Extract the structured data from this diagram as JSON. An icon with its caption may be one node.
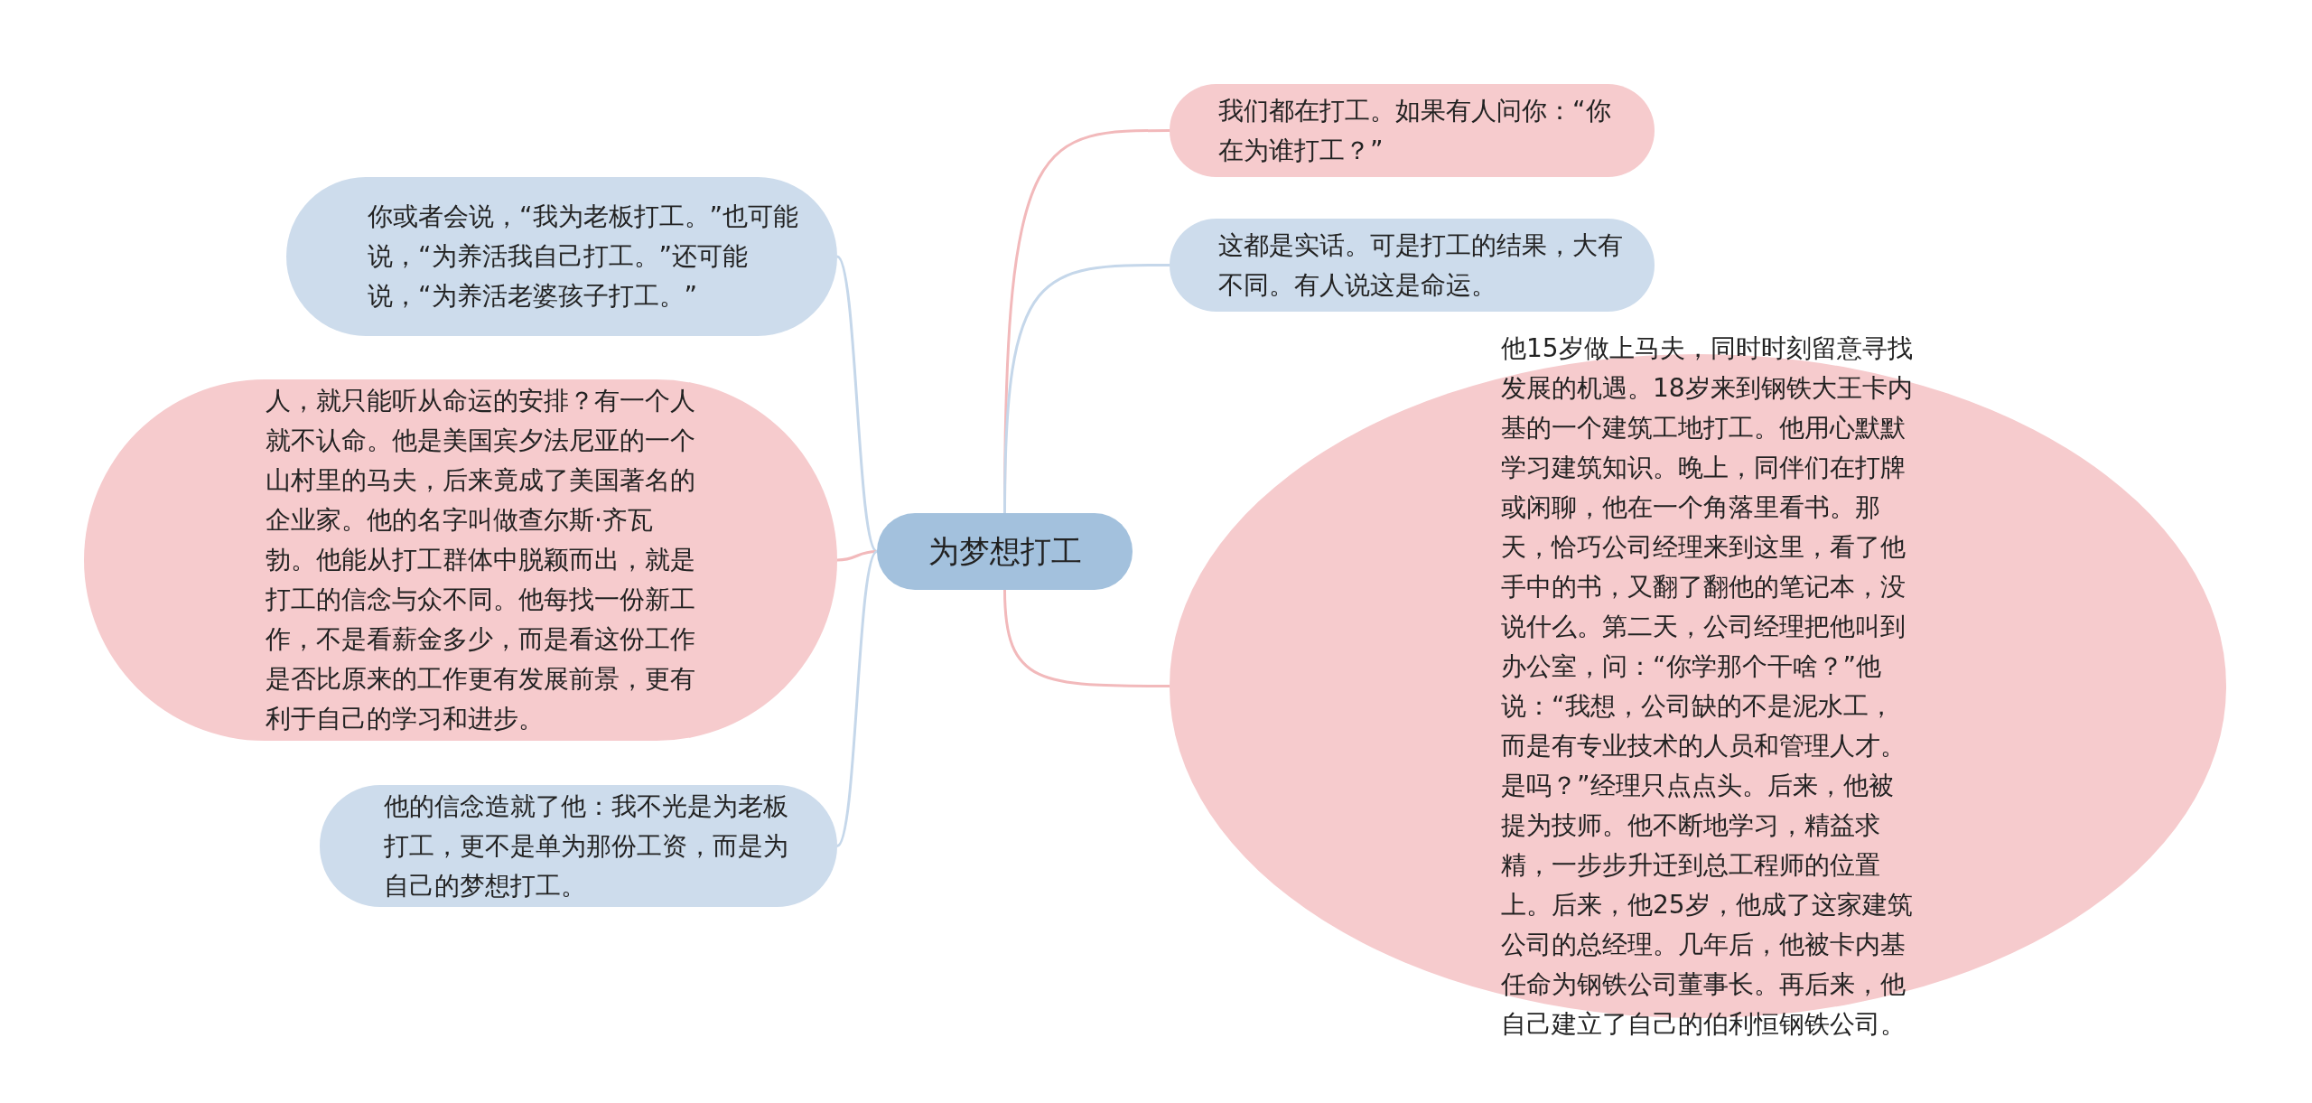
{
  "diagram": {
    "nodes": [
      {
        "text": [
          "为梦想打工"
        ]
      },
      {
        "text": [
          "我们都在打工。如果有人问你：“你在为谁打工？”"
        ]
      },
      {
        "text": [
          "这都是实话。可是打工的结果，大有不同。有人说这是命运。"
        ]
      },
      {
        "text": [
          "他15岁做上马夫，同时时刻留意寻找发展的机遇。18岁来到钢铁大王卡内基的一个建筑工地打工。他用心默默学习建筑知识。晚上，同伴们在打牌或闲聊，他在一个角落里看书。那天，恰巧公司经理来到这里，看了他手中的书，又翻了翻他的笔记本，没说什么。第二天，公司经理把他叫到办公室，问：“你学那个干啥？”他说：“我想，公司缺的不是泥水工，而是有专业技术的人员和管理人才。是吗？”经理只点点头。后来，他被提为技师。他不断地学习，精益求精，一步步升迁到总工程师的位置上。后来，他25岁，他成了这家建筑公司的总经理。几年后，他被卡内基任命为钢铁公司董事长。再后来，他自己建立了自己的伯利恒钢铁公司。"
        ]
      },
      {
        "text": [
          "你或者会说，“我为老板打工。”也可能说，“为养活我自己打工。”还可能说，“为养活老婆孩子打工。”"
        ]
      },
      {
        "text": [
          "人，就只能听从命运的安排？有一个人就不认命。他是美国宾夕法尼亚的一个山村里的马夫，后来竟成了美国著名的企业家。他的名字叫做查尔斯·齐瓦勃。他能从打工群体中脱颖而出，就是打工的信念与众不同。他每找一份新工作，不是看薪金多少，而是看这份工作是否比原来的工作更有发展前景，更有利于自己的学习和进步。"
        ]
      },
      {
        "text": [
          "他的信念造就了他：我不光是为老板打工，更不是单为那份工资，而是为自己的梦想打工。"
        ]
      }
    ],
    "edges": [
      {
        "from": 0,
        "to": 1,
        "arrow": "none",
        "color": "#f2b9bb"
      },
      {
        "from": 0,
        "to": 2,
        "arrow": "none",
        "color": "#c5d7ea"
      },
      {
        "from": 0,
        "to": 3,
        "arrow": "none",
        "color": "#f2b9bb"
      },
      {
        "from": 0,
        "to": 4,
        "arrow": "none",
        "color": "#c5d7ea"
      },
      {
        "from": 0,
        "to": 5,
        "arrow": "none",
        "color": "#f2b9bb"
      },
      {
        "from": 0,
        "to": 6,
        "arrow": "none",
        "color": "#c5d7ea"
      }
    ]
  }
}
